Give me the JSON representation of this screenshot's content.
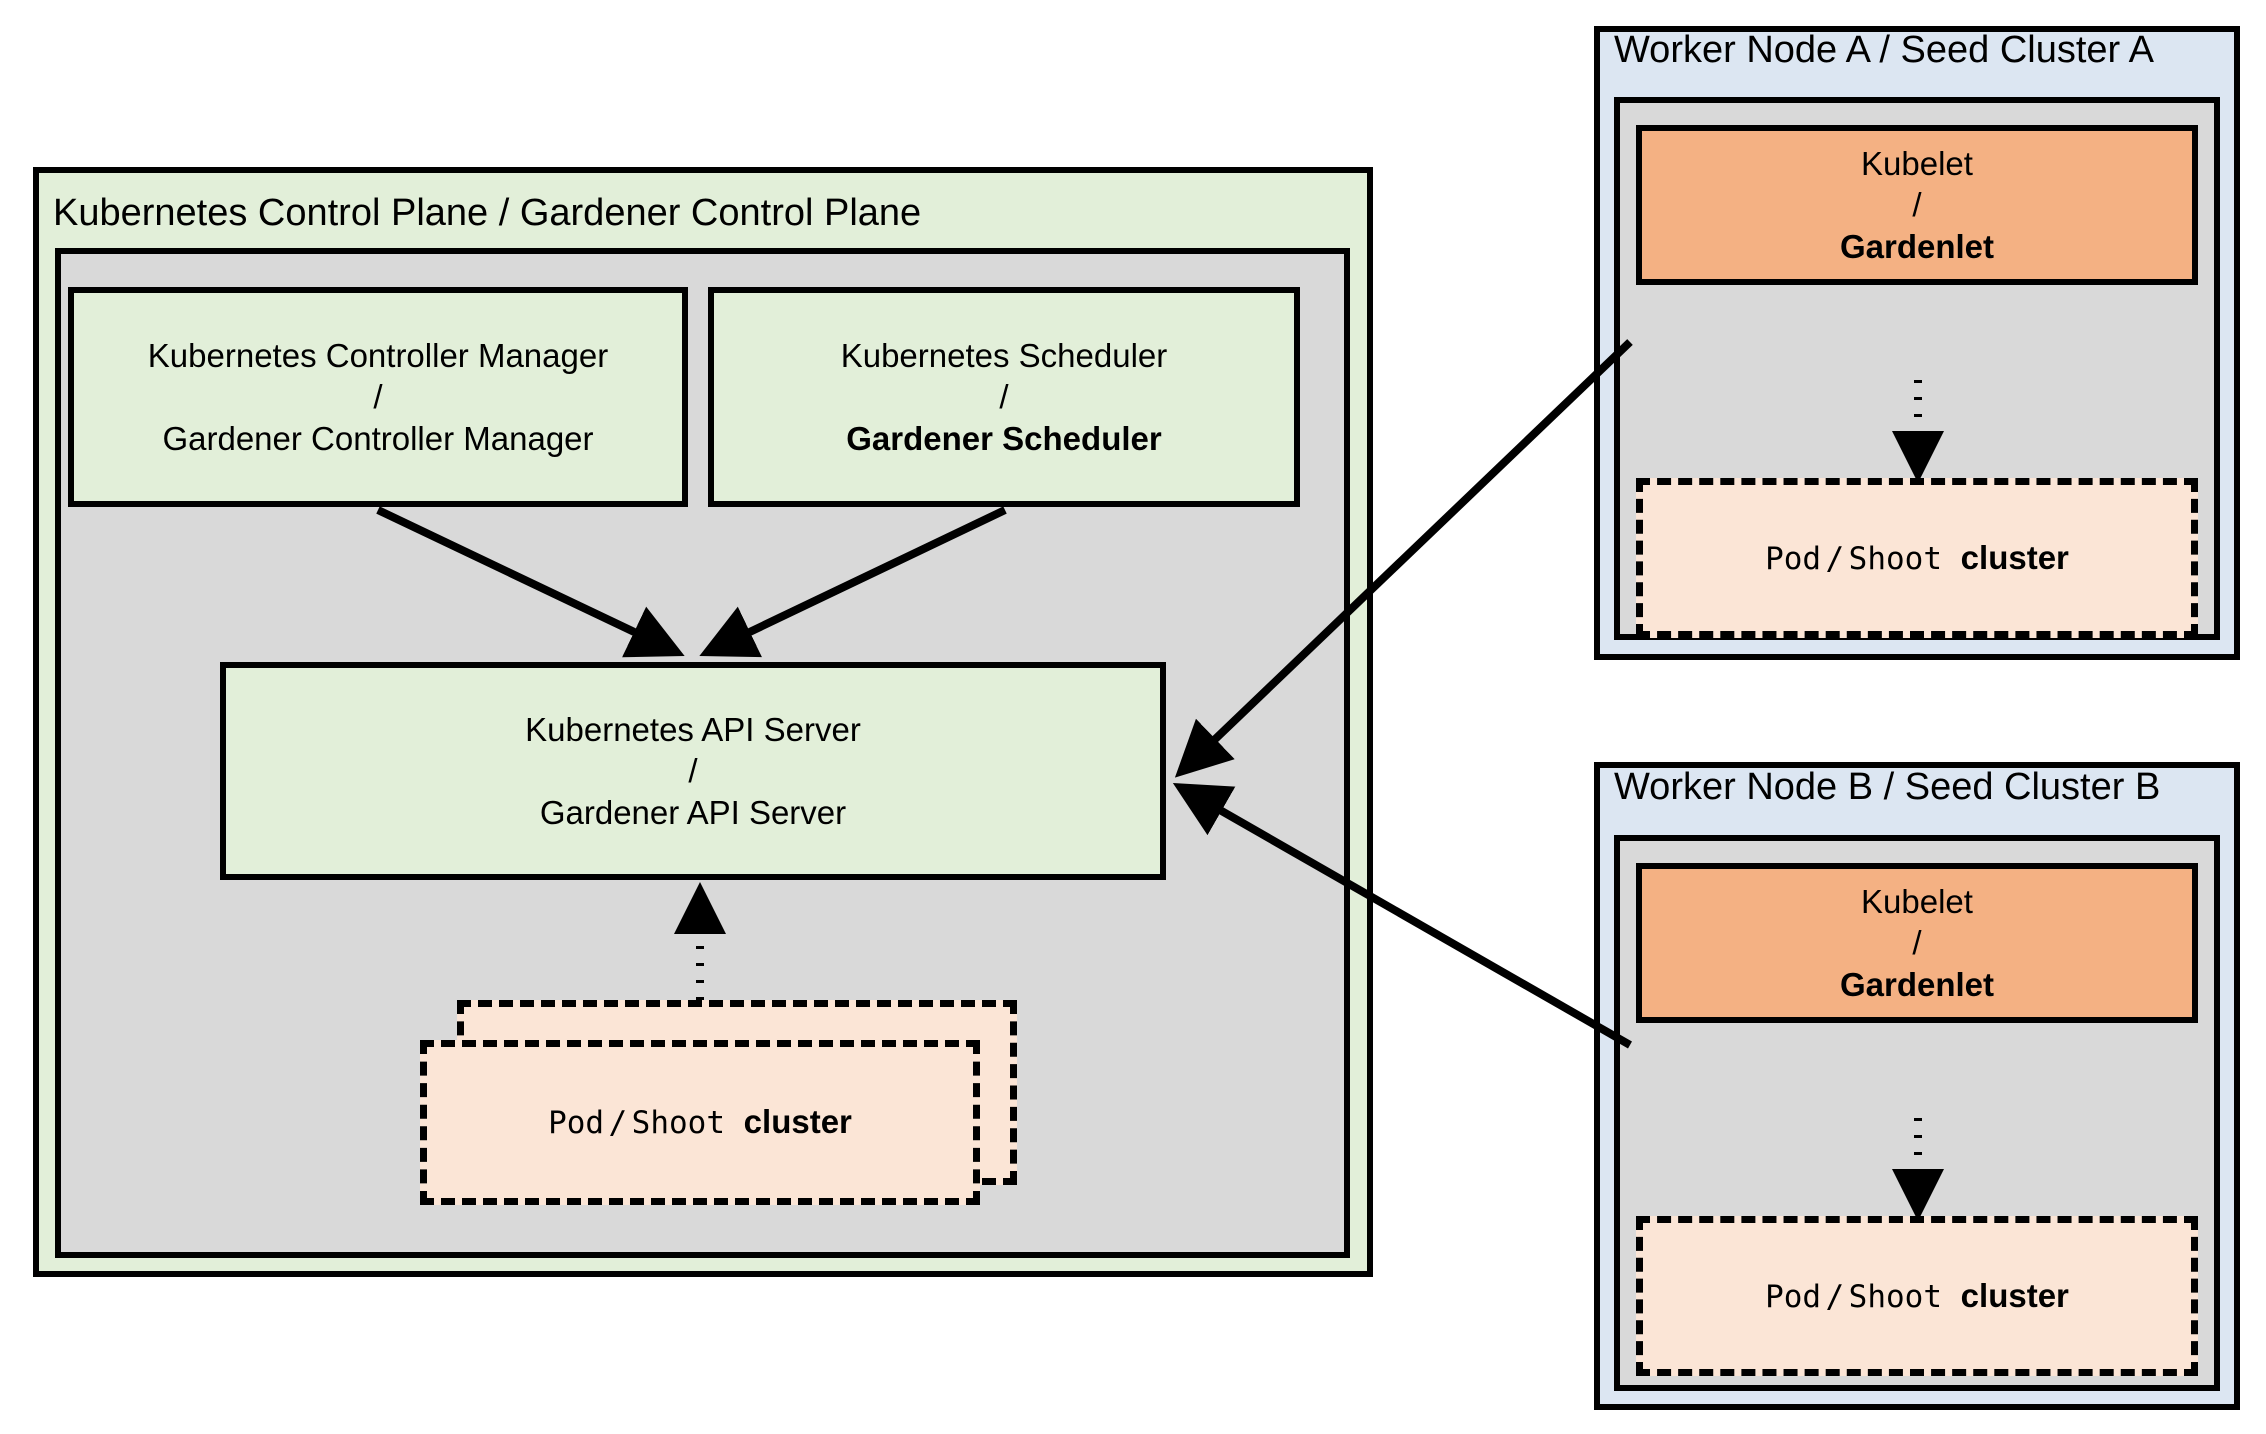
{
  "diagram": {
    "title_left": "Kubernetes Control Plane / Gardener Control Plane",
    "colors": {
      "control_plane_bg": "#e2efd9",
      "inner_panel_bg": "#d9d9d9",
      "node_bg": "#dce6f2",
      "kubelet_bg": "#f4b183",
      "pod_bg": "#fbe5d6",
      "stroke": "#000000"
    },
    "control_plane": {
      "label": "Kubernetes Control Plane / Gardener Control Plane",
      "controller_manager": {
        "line1": "Kubernetes Controller Manager",
        "separator": "/",
        "line2": "Gardener Controller Manager"
      },
      "scheduler": {
        "line1": "Kubernetes Scheduler",
        "separator": "/",
        "line2": "Gardener Scheduler"
      },
      "api_server": {
        "line1": "Kubernetes API Server",
        "separator": "/",
        "line2": "Gardener API Server"
      },
      "pod": {
        "line1": "Pod",
        "separator": "/",
        "line2_mono": "Shoot",
        "line2_bold": "cluster"
      }
    },
    "worker_node_a": {
      "label": "Worker Node A / Seed Cluster A",
      "kubelet": {
        "line1": "Kubelet",
        "separator": "/",
        "line2": "Gardenlet"
      },
      "pod": {
        "line1": "Pod",
        "separator": "/",
        "line2_mono": "Shoot",
        "line2_bold": "cluster"
      }
    },
    "worker_node_b": {
      "label": "Worker Node B / Seed Cluster B",
      "kubelet": {
        "line1": "Kubelet",
        "separator": "/",
        "line2": "Gardenlet"
      },
      "pod": {
        "line1": "Pod",
        "separator": "/",
        "line2_mono": "Shoot",
        "line2_bold": "cluster"
      }
    },
    "connections": [
      {
        "name": "controller-manager-to-api-server",
        "style": "solid-arrow"
      },
      {
        "name": "scheduler-to-api-server",
        "style": "solid-arrow"
      },
      {
        "name": "control-plane-pod-to-api-server",
        "style": "dotted-arrow"
      },
      {
        "name": "gardenlet-a-to-api-server",
        "style": "solid-arrow"
      },
      {
        "name": "gardenlet-b-to-api-server",
        "style": "solid-arrow"
      },
      {
        "name": "gardenlet-a-to-pod-a",
        "style": "dotted-arrow"
      },
      {
        "name": "gardenlet-b-to-pod-b",
        "style": "dotted-arrow"
      }
    ]
  }
}
